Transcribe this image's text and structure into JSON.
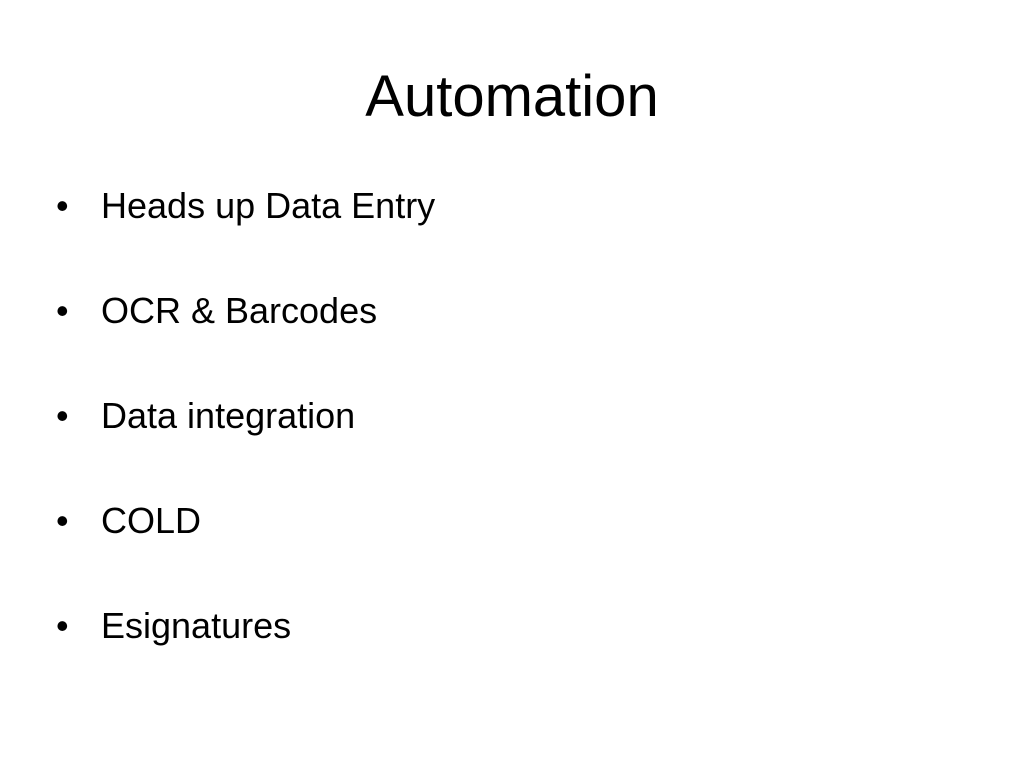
{
  "slide": {
    "title": "Automation",
    "bullet_glyph": "•",
    "bullets": [
      "Heads up Data Entry",
      "OCR & Barcodes",
      "Data integration",
      "COLD",
      "Esignatures"
    ]
  }
}
